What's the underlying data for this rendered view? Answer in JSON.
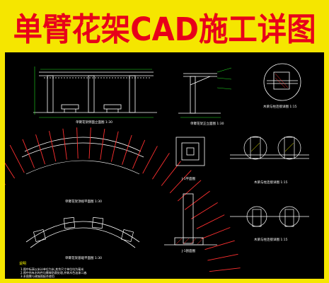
{
  "banner": {
    "title": "单臂花架CAD施工详图"
  },
  "drawings": {
    "captions": {
      "front_elevation": "单臂花架侧面立面图 1:30",
      "side_elevation": "单臂花架正立面图 1:30",
      "plan": "单臂花架顶视平面图 1:30",
      "foundation_plan": "单臂花架基础平面图 1:30",
      "column_detail": "J-1平面图",
      "section": "J-1剖面图",
      "detail_a": "木梁与柱连接详图 1:15",
      "detail_b": "木梁与柱连接详图 1:15",
      "detail_c": "木梁与柱连接详图 1:15"
    },
    "notes_heading": "说明",
    "notes": [
      "1.图中标高以米计单位为米,其余尺寸单位均为毫米.",
      "2.图中所有木构件均需做防腐处理,并刷木色油漆二遍.",
      "3.本图需与建施图配合使用."
    ]
  },
  "colors": {
    "background": "#f5e600",
    "title": "#e8001a",
    "canvas": "#000000",
    "linework": "#ffffff",
    "dimension": "#22dd22",
    "hatch": "#ff3030",
    "accent": "#ffff00"
  }
}
